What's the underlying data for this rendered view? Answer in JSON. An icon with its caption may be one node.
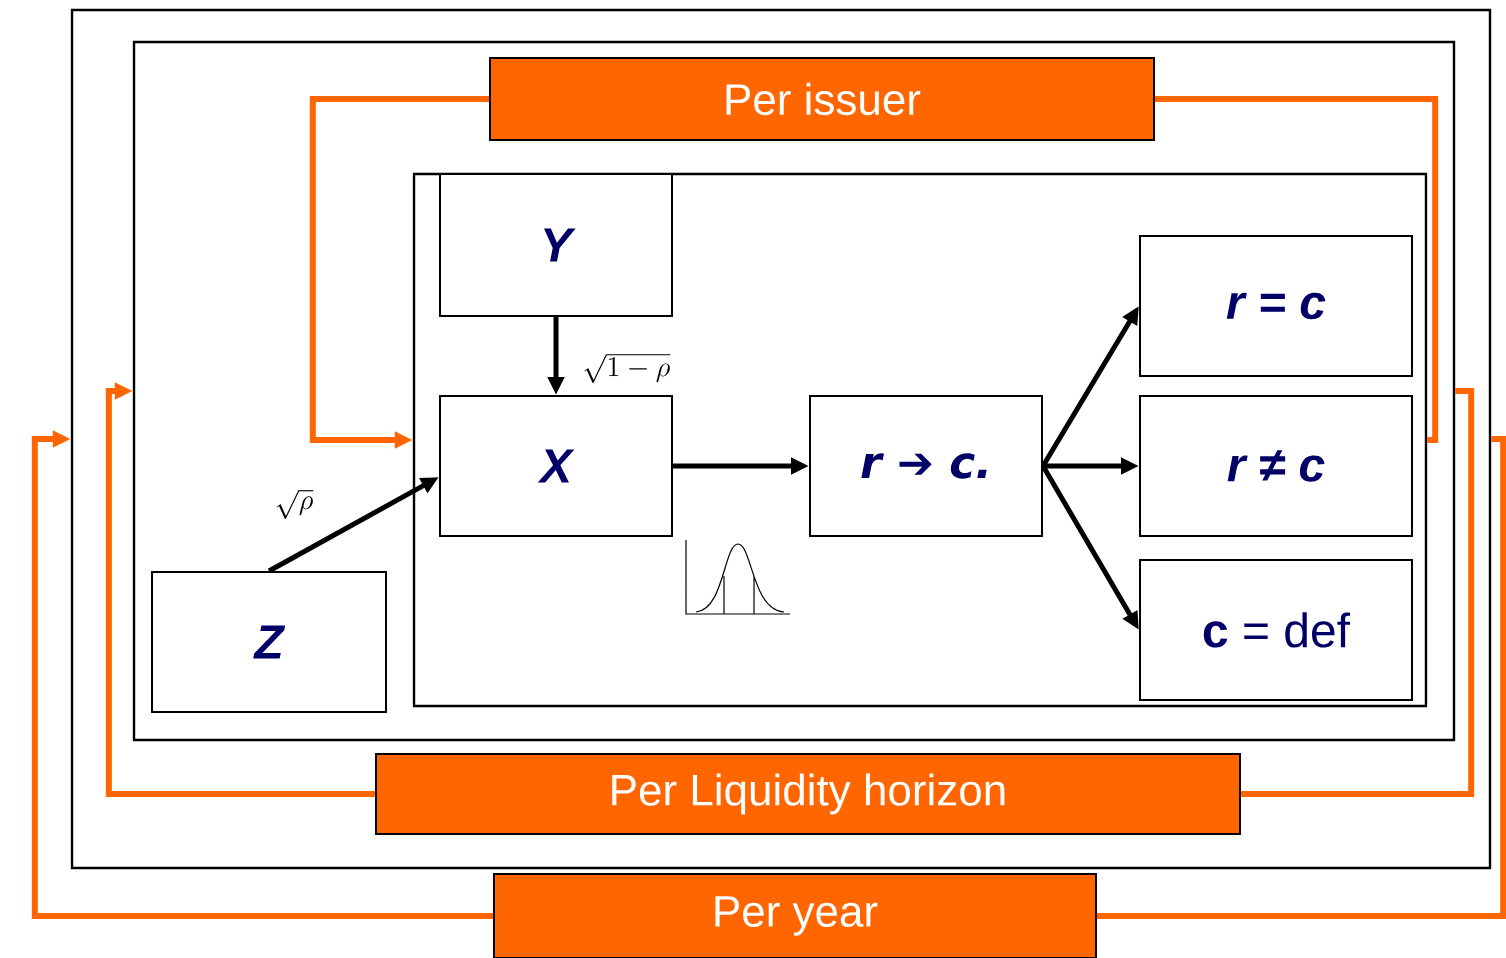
{
  "diagram": {
    "nodes": [
      {
        "text": [],
        "shape": "box"
      },
      {
        "text": [],
        "shape": "box",
        "in": 0
      },
      {
        "text": [
          "Per issuer"
        ],
        "in": 1
      },
      {
        "text": [],
        "shape": "box",
        "in": 1
      },
      {
        "text": [
          "Y"
        ],
        "in": 3
      },
      {
        "text": [
          "X"
        ],
        "in": 3
      },
      {
        "text": [
          "r ➔ c."
        ],
        "in": 3
      },
      {
        "text": [
          "r = c"
        ],
        "in": 3
      },
      {
        "text": [
          "r ≠ c"
        ],
        "in": 3
      },
      {
        "text": [
          "**c** = def"
        ],
        "in": 3
      },
      {
        "text": [
          "Z"
        ],
        "in": 1
      },
      {
        "text": [
          "Per Liquidity horizon"
        ],
        "in": 0
      },
      {
        "text": [
          "Per year"
        ]
      }
    ],
    "edges": [
      {
        "from": 4,
        "to": 5,
        "arrow": "to",
        "label": "\\sqrt{1-\\rho}"
      },
      {
        "from": 10,
        "to": 5,
        "arrow": "to",
        "label": "\\sqrt{\\rho}"
      },
      {
        "from": 5,
        "to": 6,
        "arrow": "to"
      },
      {
        "from": 6,
        "to": 7,
        "arrow": "to"
      },
      {
        "from": 6,
        "to": 8,
        "arrow": "to"
      },
      {
        "from": 6,
        "to": 9,
        "arrow": "to"
      },
      {
        "from": 2,
        "to": 3,
        "arrow": "to",
        "color": "#ff6600"
      },
      {
        "from": 2,
        "to": 3,
        "arrow": "none",
        "color": "#ff6600"
      },
      {
        "from": 11,
        "to": 1,
        "arrow": "to",
        "color": "#ff6600"
      },
      {
        "from": 11,
        "to": 1,
        "arrow": "none",
        "color": "#ff6600"
      },
      {
        "from": 12,
        "to": 0,
        "arrow": "to",
        "color": "#ff6600"
      },
      {
        "from": 12,
        "to": 0,
        "arrow": "none",
        "color": "#ff6600"
      }
    ]
  }
}
